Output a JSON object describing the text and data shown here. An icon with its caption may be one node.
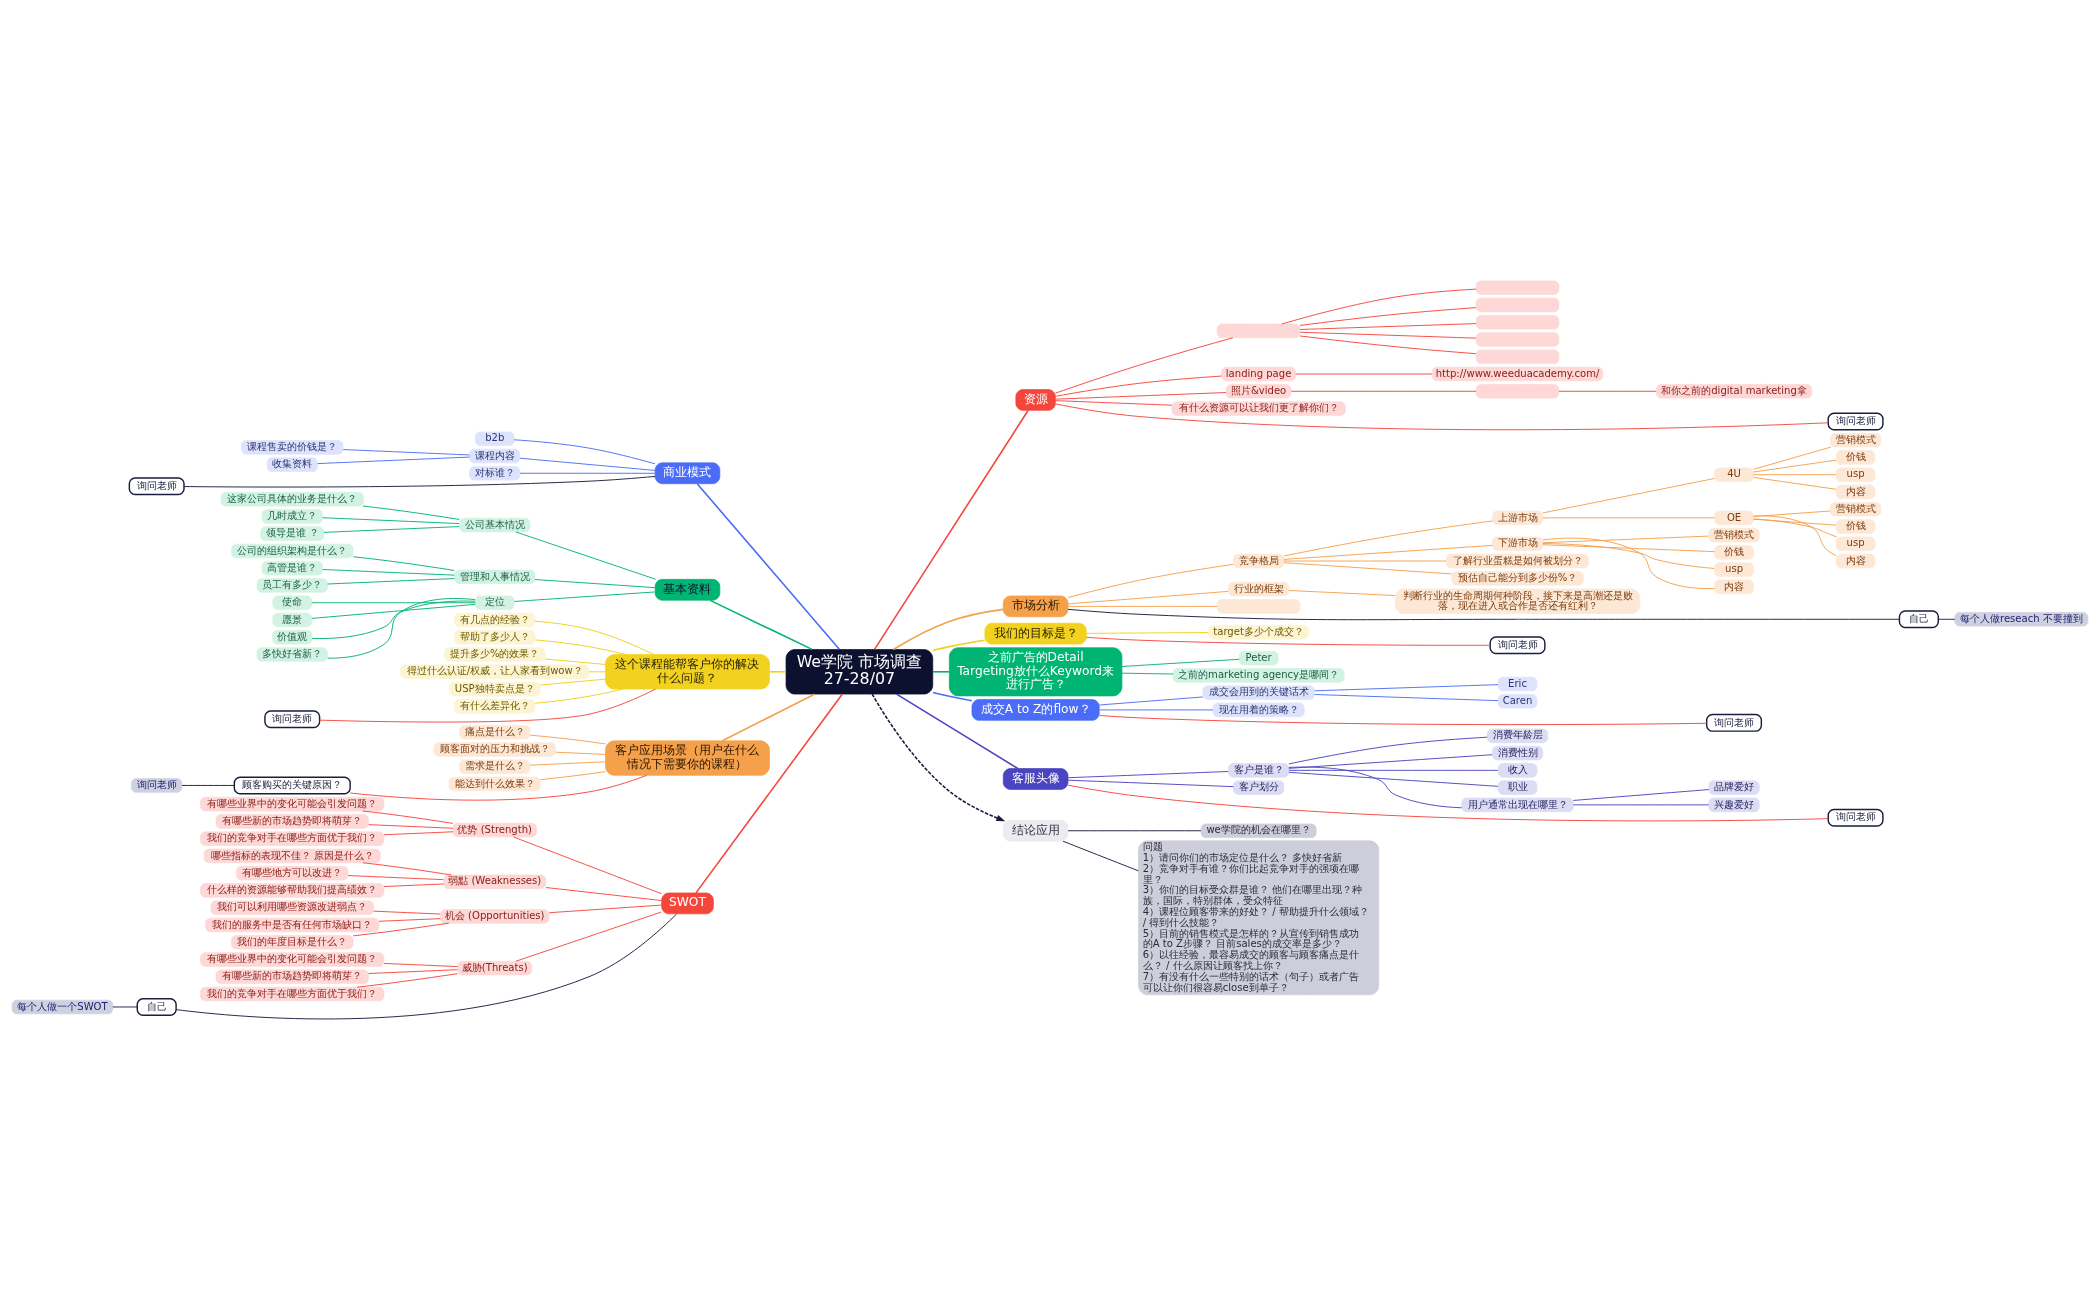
{
  "diagram": {
    "nodes": [
      {
        "text": [
          "We学院 市场调查 27-28/07"
        ]
      },
      {
        "text": [
          "商业模式"
        ]
      },
      {
        "text": [
          "b2b"
        ]
      },
      {
        "text": [
          "课程内容"
        ]
      },
      {
        "text": [
          "课程售卖的价钱是？"
        ]
      },
      {
        "text": [
          "收集资料"
        ]
      },
      {
        "text": [
          "对标谁？"
        ]
      },
      {
        "text": [
          "询问老师"
        ]
      },
      {
        "text": [
          "基本资料"
        ]
      },
      {
        "text": [
          "公司基本情况"
        ]
      },
      {
        "text": [
          "这家公司具体的业务是什么？"
        ]
      },
      {
        "text": [
          "几时成立？"
        ]
      },
      {
        "text": [
          "领导是谁 ？"
        ]
      },
      {
        "text": [
          "管理和人事情况"
        ]
      },
      {
        "text": [
          "公司的组织架构是什么？"
        ]
      },
      {
        "text": [
          "高管是谁？"
        ]
      },
      {
        "text": [
          "员工有多少？"
        ]
      },
      {
        "text": [
          "定位"
        ]
      },
      {
        "text": [
          "使命"
        ]
      },
      {
        "text": [
          "愿景"
        ]
      },
      {
        "text": [
          "价值观"
        ]
      },
      {
        "text": [
          "多快好省新？"
        ]
      },
      {
        "text": [
          "这个课程能帮客户你的解决什么问题？"
        ]
      },
      {
        "text": [
          "有几点的经验？"
        ]
      },
      {
        "text": [
          "帮助了多少人？"
        ]
      },
      {
        "text": [
          "提升多少%的效果？"
        ]
      },
      {
        "text": [
          "得过什么认证/权威，让人家看到wow？"
        ]
      },
      {
        "text": [
          "USP独特卖点是？"
        ]
      },
      {
        "text": [
          "有什么差异化？"
        ]
      },
      {
        "text": [
          "询问老师"
        ]
      },
      {
        "text": [
          "客户应用场景（用户在什么情况下需要你的课程）"
        ]
      },
      {
        "text": [
          "痛点是什么？"
        ]
      },
      {
        "text": [
          "顾客面对的压力和挑战？"
        ]
      },
      {
        "text": [
          "需求是什么？"
        ]
      },
      {
        "text": [
          "能达到什么效果？"
        ]
      },
      {
        "text": [
          "顾客购买的关键原因？"
        ]
      },
      {
        "text": [
          "询问老师"
        ]
      },
      {
        "text": [
          "SWOT"
        ]
      },
      {
        "text": [
          "优势 (Strength)"
        ]
      },
      {
        "text": [
          "有哪些业界中的变化可能会引发问题？"
        ]
      },
      {
        "text": [
          "有哪些新的市场趋势即将萌芽？"
        ]
      },
      {
        "text": [
          "我们的竞争对手在哪些方面优于我们？"
        ]
      },
      {
        "text": [
          "弱點 (Weaknesses)"
        ]
      },
      {
        "text": [
          "哪些指标的表现不佳？ 原因是什么？"
        ]
      },
      {
        "text": [
          "有哪些地方可以改进？"
        ]
      },
      {
        "text": [
          "什么样的资源能够帮助我们提高绩效？"
        ]
      },
      {
        "text": [
          "机会 (Opportunities)"
        ]
      },
      {
        "text": [
          "我们可以利用哪些资源改进弱点？"
        ]
      },
      {
        "text": [
          "我们的服务中是否有任何市场缺口？"
        ]
      },
      {
        "text": [
          "我们的年度目标是什么？"
        ]
      },
      {
        "text": [
          "威胁(Threats)"
        ]
      },
      {
        "text": [
          "有哪些业界中的变化可能会引发问题？"
        ]
      },
      {
        "text": [
          "有哪些新的市场趋势即将萌芽？"
        ]
      },
      {
        "text": [
          "我们的竞争对手在哪些方面优于我们？"
        ]
      },
      {
        "text": [
          "自己"
        ]
      },
      {
        "text": [
          "每个人做一个SWOT"
        ]
      },
      {
        "text": [
          "资源"
        ]
      },
      {
        "text": [],
        "shape": "box"
      },
      {
        "text": [],
        "shape": "box"
      },
      {
        "text": [],
        "shape": "box"
      },
      {
        "text": [],
        "shape": "box"
      },
      {
        "text": [],
        "shape": "box"
      },
      {
        "text": [],
        "shape": "box"
      },
      {
        "text": [
          "landing page"
        ]
      },
      {
        "text": [
          "http://www.weeduacademy.com/"
        ]
      },
      {
        "text": [
          "照片&video"
        ]
      },
      {
        "text": [],
        "shape": "box"
      },
      {
        "text": [
          "和你之前的digital marketing拿"
        ]
      },
      {
        "text": [
          "有什么资源可以让我们更了解你们？"
        ]
      },
      {
        "text": [
          "询问老师"
        ]
      },
      {
        "text": [
          "市场分析"
        ]
      },
      {
        "text": [
          "竞争格局"
        ]
      },
      {
        "text": [
          "上游市场"
        ]
      },
      {
        "text": [
          "4U"
        ]
      },
      {
        "text": [
          "营销模式"
        ]
      },
      {
        "text": [
          "价钱"
        ]
      },
      {
        "text": [
          "usp"
        ]
      },
      {
        "text": [
          "内容"
        ]
      },
      {
        "text": [
          "OE"
        ]
      },
      {
        "text": [
          "营销模式"
        ]
      },
      {
        "text": [
          "价钱"
        ]
      },
      {
        "text": [
          "usp"
        ]
      },
      {
        "text": [
          "内容"
        ]
      },
      {
        "text": [
          "下游市场"
        ]
      },
      {
        "text": [
          "营销模式"
        ]
      },
      {
        "text": [
          "价钱"
        ]
      },
      {
        "text": [
          "usp"
        ]
      },
      {
        "text": [
          "内容"
        ]
      },
      {
        "text": [
          "了解行业蛋糕是如何被划分？"
        ]
      },
      {
        "text": [
          "预估自己能分到多少份%？"
        ]
      },
      {
        "text": [
          "行业的框架"
        ]
      },
      {
        "text": [
          "判断行业的生命周期何种阶段，接下来是高潮还是败落，现在进入或合作是否还有红利？"
        ]
      },
      {
        "text": [],
        "shape": "box"
      },
      {
        "text": [
          "自己"
        ]
      },
      {
        "text": [
          "每个人做reseach 不要撞到"
        ]
      },
      {
        "text": [
          "我们的目标是？"
        ]
      },
      {
        "text": [
          "target多少个成交？"
        ]
      },
      {
        "text": [
          "询问老师"
        ]
      },
      {
        "text": [
          "之前广告的Detail Targeting放什么Keyword来进行广告？"
        ]
      },
      {
        "text": [
          "Peter"
        ]
      },
      {
        "text": [
          "之前的marketing agency是哪间？"
        ]
      },
      {
        "text": [
          "成交A to Z的flow？"
        ]
      },
      {
        "text": [
          "成交会用到的关键话术"
        ]
      },
      {
        "text": [
          "Eric"
        ]
      },
      {
        "text": [
          "Caren"
        ]
      },
      {
        "text": [
          "现在用着的策略？"
        ]
      },
      {
        "text": [
          "询问老师"
        ]
      },
      {
        "text": [
          "客服头像"
        ]
      },
      {
        "text": [
          "客户是谁？"
        ]
      },
      {
        "text": [
          "消费年龄层"
        ]
      },
      {
        "text": [
          "消费性别"
        ]
      },
      {
        "text": [
          "收入"
        ]
      },
      {
        "text": [
          "职业"
        ]
      },
      {
        "text": [
          "用户通常出现在哪里？"
        ]
      },
      {
        "text": [
          "品牌爱好"
        ]
      },
      {
        "text": [
          "兴趣爱好"
        ]
      },
      {
        "text": [
          "客户划分"
        ]
      },
      {
        "text": [
          "询问老师"
        ]
      },
      {
        "text": [
          "结论应用"
        ]
      },
      {
        "text": [
          "we学院的机会在哪里？"
        ]
      },
      {
        "text": [
          "问题",
          "1）请问你们的市场定位是什么？ 多快好省新",
          "2）竞争对手有谁？你们比起竞争对手的强项在哪里？",
          "3）你们的目标受众群是谁？ 他们在哪里出现？种族，国际，特别群体，受众特征",
          "4）课程位顾客带来的好处？ / 帮助提升什么领域？ / 得到什么技能？",
          "5）目前的销售模式是怎样的？从宣传到销售成功的A to Z步骤？ 目前sales的成交率是多少？",
          "6）以往经验，最容易成交的顾客与顾客痛点是什么？ / 什么原因让顾客找上你？",
          "7）有没有什么一些特别的话术（句子）或者广告可以让你们很容易close到单子？"
        ]
      }
    ],
    "edges": [
      {
        "from": 0,
        "to": 1,
        "arrow": "none",
        "color": "#4a6cf7"
      },
      {
        "from": 1,
        "to": 2,
        "arrow": "none",
        "color": "#4a6cf7"
      },
      {
        "from": 1,
        "to": 3,
        "arrow": "none",
        "color": "#4a6cf7"
      },
      {
        "from": 3,
        "to": 4,
        "arrow": "none",
        "color": "#4a6cf7"
      },
      {
        "from": 3,
        "to": 5,
        "arrow": "none",
        "color": "#4a6cf7"
      },
      {
        "from": 1,
        "to": 6,
        "arrow": "none",
        "color": "#4a6cf7"
      },
      {
        "from": 1,
        "to": 7,
        "arrow": "none",
        "color": "#1a1d3d"
      },
      {
        "from": 0,
        "to": 8,
        "arrow": "none",
        "color": "#00b473"
      },
      {
        "from": 8,
        "to": 9,
        "arrow": "none",
        "color": "#00b473"
      },
      {
        "from": 9,
        "to": 10,
        "arrow": "none",
        "color": "#00b473"
      },
      {
        "from": 9,
        "to": 11,
        "arrow": "none",
        "color": "#00b473"
      },
      {
        "from": 9,
        "to": 12,
        "arrow": "none",
        "color": "#00b473"
      },
      {
        "from": 8,
        "to": 13,
        "arrow": "none",
        "color": "#00b473"
      },
      {
        "from": 13,
        "to": 14,
        "arrow": "none",
        "color": "#00b473"
      },
      {
        "from": 13,
        "to": 15,
        "arrow": "none",
        "color": "#00b473"
      },
      {
        "from": 13,
        "to": 16,
        "arrow": "none",
        "color": "#00b473"
      },
      {
        "from": 8,
        "to": 17,
        "arrow": "none",
        "color": "#00b473"
      },
      {
        "from": 17,
        "to": 18,
        "arrow": "none",
        "color": "#00b473"
      },
      {
        "from": 17,
        "to": 19,
        "arrow": "none",
        "color": "#00b473"
      },
      {
        "from": 17,
        "to": 20,
        "arrow": "none",
        "color": "#00b473"
      },
      {
        "from": 17,
        "to": 21,
        "arrow": "none",
        "color": "#00b473"
      },
      {
        "from": 0,
        "to": 22,
        "arrow": "none",
        "color": "#f2cf1d"
      },
      {
        "from": 22,
        "to": 23,
        "arrow": "none",
        "color": "#f2cf1d"
      },
      {
        "from": 22,
        "to": 24,
        "arrow": "none",
        "color": "#f2cf1d"
      },
      {
        "from": 22,
        "to": 25,
        "arrow": "none",
        "color": "#f2cf1d"
      },
      {
        "from": 22,
        "to": 26,
        "arrow": "none",
        "color": "#f2cf1d"
      },
      {
        "from": 22,
        "to": 27,
        "arrow": "none",
        "color": "#f2cf1d"
      },
      {
        "from": 22,
        "to": 28,
        "arrow": "none",
        "color": "#f2cf1d"
      },
      {
        "from": 22,
        "to": 29,
        "arrow": "none",
        "color": "#f5463c"
      },
      {
        "from": 0,
        "to": 30,
        "arrow": "none",
        "color": "#f5a04a"
      },
      {
        "from": 30,
        "to": 31,
        "arrow": "none",
        "color": "#f5a04a"
      },
      {
        "from": 30,
        "to": 32,
        "arrow": "none",
        "color": "#f5a04a"
      },
      {
        "from": 30,
        "to": 33,
        "arrow": "none",
        "color": "#f5a04a"
      },
      {
        "from": 30,
        "to": 34,
        "arrow": "none",
        "color": "#f5a04a"
      },
      {
        "from": 30,
        "to": 35,
        "arrow": "none",
        "color": "#f5463c"
      },
      {
        "from": 35,
        "to": 36,
        "arrow": "none",
        "color": "#1a1d3d"
      },
      {
        "from": 0,
        "to": 37,
        "arrow": "none",
        "color": "#f5463c"
      },
      {
        "from": 37,
        "to": 38,
        "arrow": "none",
        "color": "#f5463c"
      },
      {
        "from": 38,
        "to": 39,
        "arrow": "none",
        "color": "#f5463c"
      },
      {
        "from": 38,
        "to": 40,
        "arrow": "none",
        "color": "#f5463c"
      },
      {
        "from": 38,
        "to": 41,
        "arrow": "none",
        "color": "#f5463c"
      },
      {
        "from": 37,
        "to": 42,
        "arrow": "none",
        "color": "#f5463c"
      },
      {
        "from": 42,
        "to": 43,
        "arrow": "none",
        "color": "#f5463c"
      },
      {
        "from": 42,
        "to": 44,
        "arrow": "none",
        "color": "#f5463c"
      },
      {
        "from": 42,
        "to": 45,
        "arrow": "none",
        "color": "#f5463c"
      },
      {
        "from": 37,
        "to": 46,
        "arrow": "none",
        "color": "#f5463c"
      },
      {
        "from": 46,
        "to": 47,
        "arrow": "none",
        "color": "#f5463c"
      },
      {
        "from": 46,
        "to": 48,
        "arrow": "none",
        "color": "#f5463c"
      },
      {
        "from": 46,
        "to": 49,
        "arrow": "none",
        "color": "#f5463c"
      },
      {
        "from": 37,
        "to": 50,
        "arrow": "none",
        "color": "#f5463c"
      },
      {
        "from": 50,
        "to": 51,
        "arrow": "none",
        "color": "#f5463c"
      },
      {
        "from": 50,
        "to": 52,
        "arrow": "none",
        "color": "#f5463c"
      },
      {
        "from": 50,
        "to": 53,
        "arrow": "none",
        "color": "#f5463c"
      },
      {
        "from": 37,
        "to": 54,
        "arrow": "none",
        "color": "#1a1d3d"
      },
      {
        "from": 54,
        "to": 55,
        "arrow": "none",
        "color": "#1a1d3d"
      },
      {
        "from": 0,
        "to": 56,
        "arrow": "none",
        "color": "#f5463c"
      },
      {
        "from": 56,
        "to": 57,
        "arrow": "none",
        "color": "#f5463c"
      },
      {
        "from": 57,
        "to": 58,
        "arrow": "none",
        "color": "#f5463c"
      },
      {
        "from": 57,
        "to": 59,
        "arrow": "none",
        "color": "#f5463c"
      },
      {
        "from": 57,
        "to": 60,
        "arrow": "none",
        "color": "#f5463c"
      },
      {
        "from": 57,
        "to": 61,
        "arrow": "none",
        "color": "#f5463c"
      },
      {
        "from": 57,
        "to": 62,
        "arrow": "none",
        "color": "#f5463c"
      },
      {
        "from": 56,
        "to": 63,
        "arrow": "none",
        "color": "#f5463c"
      },
      {
        "from": 63,
        "to": 64,
        "arrow": "none",
        "color": "#f5463c"
      },
      {
        "from": 56,
        "to": 65,
        "arrow": "none",
        "color": "#f5463c"
      },
      {
        "from": 65,
        "to": 66,
        "arrow": "none",
        "color": "#f5463c"
      },
      {
        "from": 66,
        "to": 67,
        "arrow": "none",
        "color": "#f5463c"
      },
      {
        "from": 56,
        "to": 68,
        "arrow": "none",
        "color": "#f5463c"
      },
      {
        "from": 56,
        "to": 69,
        "arrow": "none",
        "color": "#f5463c"
      },
      {
        "from": 0,
        "to": 70,
        "arrow": "none",
        "color": "#f5a04a"
      },
      {
        "from": 70,
        "to": 71,
        "arrow": "none",
        "color": "#f5a04a"
      },
      {
        "from": 71,
        "to": 72,
        "arrow": "none",
        "color": "#f5a04a"
      },
      {
        "from": 72,
        "to": 73,
        "arrow": "none",
        "color": "#f5a04a"
      },
      {
        "from": 73,
        "to": 74,
        "arrow": "none",
        "color": "#f5a04a"
      },
      {
        "from": 73,
        "to": 75,
        "arrow": "none",
        "color": "#f5a04a"
      },
      {
        "from": 73,
        "to": 76,
        "arrow": "none",
        "color": "#f5a04a"
      },
      {
        "from": 73,
        "to": 77,
        "arrow": "none",
        "color": "#f5a04a"
      },
      {
        "from": 72,
        "to": 78,
        "arrow": "none",
        "color": "#f5a04a"
      },
      {
        "from": 78,
        "to": 79,
        "arrow": "none",
        "color": "#f5a04a"
      },
      {
        "from": 78,
        "to": 80,
        "arrow": "none",
        "color": "#f5a04a"
      },
      {
        "from": 78,
        "to": 81,
        "arrow": "none",
        "color": "#f5a04a"
      },
      {
        "from": 78,
        "to": 82,
        "arrow": "none",
        "color": "#f5a04a"
      },
      {
        "from": 71,
        "to": 83,
        "arrow": "none",
        "color": "#f5a04a"
      },
      {
        "from": 83,
        "to": 84,
        "arrow": "none",
        "color": "#f5a04a"
      },
      {
        "from": 83,
        "to": 85,
        "arrow": "none",
        "color": "#f5a04a"
      },
      {
        "from": 83,
        "to": 86,
        "arrow": "none",
        "color": "#f5a04a"
      },
      {
        "from": 83,
        "to": 87,
        "arrow": "none",
        "color": "#f5a04a"
      },
      {
        "from": 71,
        "to": 88,
        "arrow": "none",
        "color": "#f5a04a"
      },
      {
        "from": 71,
        "to": 89,
        "arrow": "none",
        "color": "#f5a04a"
      },
      {
        "from": 70,
        "to": 90,
        "arrow": "none",
        "color": "#f5a04a"
      },
      {
        "from": 90,
        "to": 91,
        "arrow": "none",
        "color": "#f5a04a"
      },
      {
        "from": 70,
        "to": 92,
        "arrow": "none",
        "color": "#f5a04a"
      },
      {
        "from": 70,
        "to": 93,
        "arrow": "none",
        "color": "#1a1d3d"
      },
      {
        "from": 93,
        "to": 94,
        "arrow": "none",
        "color": "#1a1d3d"
      },
      {
        "from": 0,
        "to": 95,
        "arrow": "none",
        "color": "#f2cf1d"
      },
      {
        "from": 95,
        "to": 96,
        "arrow": "none",
        "color": "#f2cf1d"
      },
      {
        "from": 95,
        "to": 97,
        "arrow": "none",
        "color": "#f5463c"
      },
      {
        "from": 0,
        "to": 98,
        "arrow": "none",
        "color": "#00b473"
      },
      {
        "from": 98,
        "to": 99,
        "arrow": "none",
        "color": "#00b473"
      },
      {
        "from": 98,
        "to": 100,
        "arrow": "none",
        "color": "#00b473"
      },
      {
        "from": 0,
        "to": 101,
        "arrow": "none",
        "color": "#4a6cf7"
      },
      {
        "from": 101,
        "to": 102,
        "arrow": "none",
        "color": "#4a6cf7"
      },
      {
        "from": 102,
        "to": 103,
        "arrow": "none",
        "color": "#4a6cf7"
      },
      {
        "from": 102,
        "to": 104,
        "arrow": "none",
        "color": "#4a6cf7"
      },
      {
        "from": 101,
        "to": 105,
        "arrow": "none",
        "color": "#4a6cf7"
      },
      {
        "from": 101,
        "to": 106,
        "arrow": "none",
        "color": "#f5463c"
      },
      {
        "from": 0,
        "to": 107,
        "arrow": "none",
        "color": "#4b44c0"
      },
      {
        "from": 107,
        "to": 108,
        "arrow": "none",
        "color": "#4b44c0"
      },
      {
        "from": 108,
        "to": 109,
        "arrow": "none",
        "color": "#4b44c0"
      },
      {
        "from": 108,
        "to": 110,
        "arrow": "none",
        "color": "#4b44c0"
      },
      {
        "from": 108,
        "to": 111,
        "arrow": "none",
        "color": "#4b44c0"
      },
      {
        "from": 108,
        "to": 112,
        "arrow": "none",
        "color": "#4b44c0"
      },
      {
        "from": 108,
        "to": 113,
        "arrow": "none",
        "color": "#4b44c0"
      },
      {
        "from": 113,
        "to": 114,
        "arrow": "none",
        "color": "#4b44c0"
      },
      {
        "from": 113,
        "to": 115,
        "arrow": "none",
        "color": "#4b44c0"
      },
      {
        "from": 107,
        "to": 116,
        "arrow": "none",
        "color": "#4b44c0"
      },
      {
        "from": 107,
        "to": 117,
        "arrow": "none",
        "color": "#f5463c"
      },
      {
        "from": 0,
        "to": 118,
        "arrow": "to",
        "style": "dashed",
        "color": "#1a1d3d"
      },
      {
        "from": 118,
        "to": 119,
        "arrow": "none",
        "color": "#1a1d3d"
      },
      {
        "from": 118,
        "to": 120,
        "arrow": "none",
        "color": "#1a1d3d"
      }
    ]
  }
}
